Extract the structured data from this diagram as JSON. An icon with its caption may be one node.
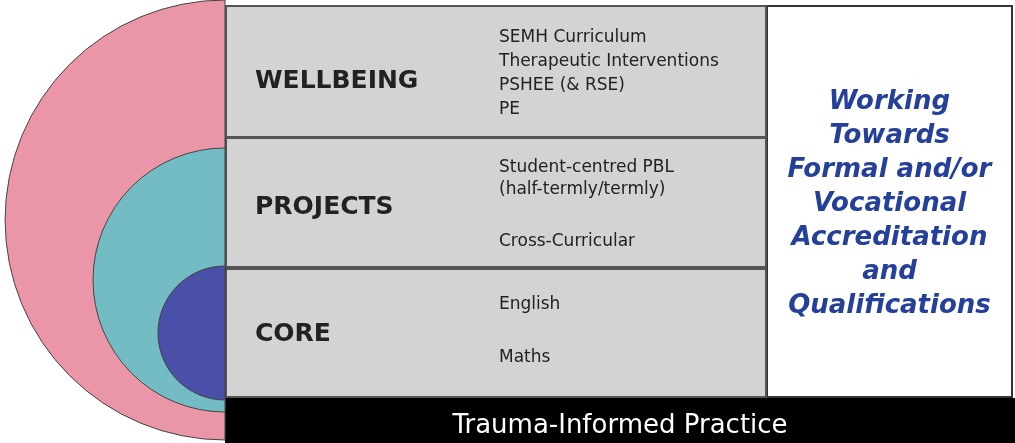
{
  "diagram": {
    "nodes": [
      {
        "text": [
          "WELLBEING",
          "SEMH Curriculum",
          "Therapeutic Interventions",
          "PSHEE (& RSE)",
          "PE"
        ]
      },
      {
        "text": [
          "PROJECTS",
          "Student-centred PBL (half-termly/termly)",
          "Cross-Curricular"
        ]
      },
      {
        "text": [
          "CORE",
          "English",
          "Maths"
        ]
      },
      {
        "text": [
          "Working Towards Formal and/or Vocational Accreditation and Qualifications"
        ]
      },
      {
        "text": [
          "Trauma-Informed Practice"
        ]
      },
      {
        "text": [],
        "shape": "circle"
      },
      {
        "text": [],
        "shape": "circle",
        "in": 5
      },
      {
        "text": [],
        "shape": "circle",
        "in": 6
      }
    ],
    "edges": []
  }
}
